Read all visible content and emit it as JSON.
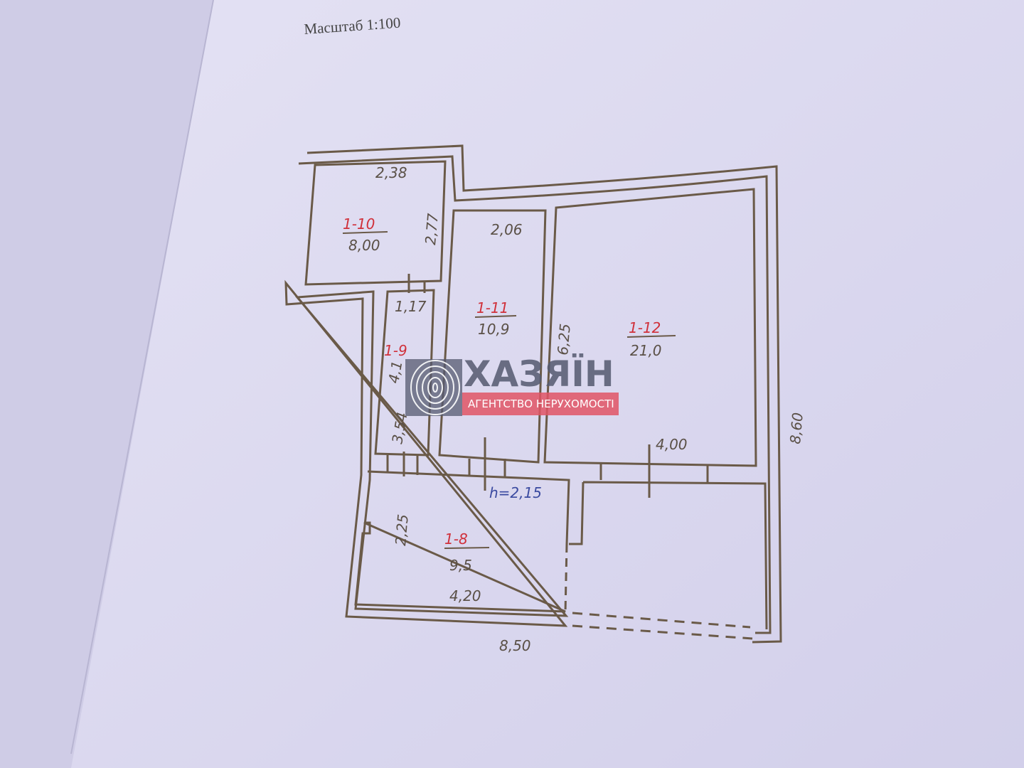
{
  "document": {
    "scale_label": "Масштаб 1:100"
  },
  "rooms": [
    {
      "id": "1-10",
      "area": "8,00",
      "dims": [
        "2,38",
        "2,77"
      ]
    },
    {
      "id": "1-11",
      "area": "10,9",
      "dims": [
        "2,06"
      ]
    },
    {
      "id": "1-12",
      "area": "21,0",
      "dims": [
        "6,25",
        "4,00"
      ]
    },
    {
      "id": "1-9",
      "area": "4,1",
      "dims": [
        "1,17",
        "3,54"
      ]
    },
    {
      "id": "1-8",
      "area": "9,5",
      "dims": [
        "2,25",
        "4,20"
      ]
    }
  ],
  "ceiling_height": "h=2,15",
  "overall": {
    "width": "8,50",
    "depth": "8,60"
  },
  "watermark": {
    "brand": "ХАЗЯЇН",
    "tagline": "АГЕНТСТВО НЕРУХОМОСТІ",
    "colors": {
      "dark": "#555a70",
      "red": "#e05565"
    }
  }
}
